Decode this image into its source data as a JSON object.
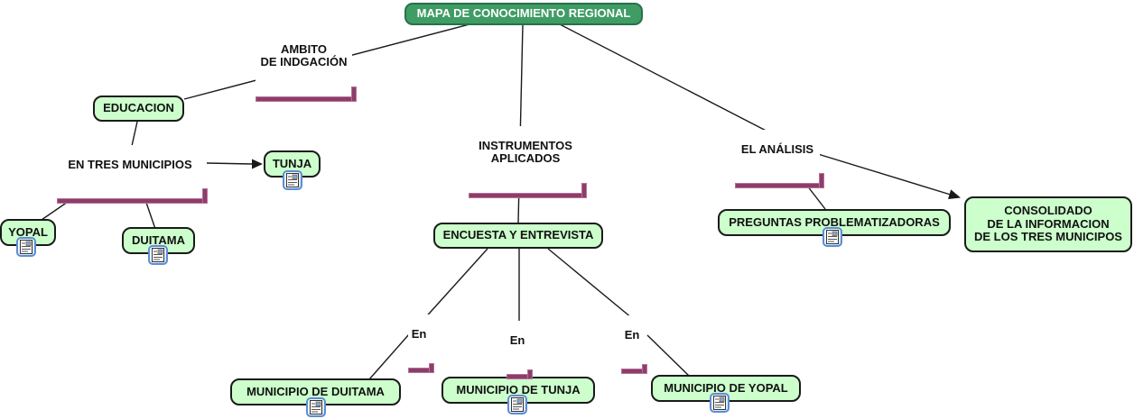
{
  "concepts": {
    "root": {
      "label": "MAPA DE CONOCIMIENTO REGIONAL"
    },
    "educacion": {
      "label": "EDUCACION"
    },
    "tunja": {
      "label": "TUNJA"
    },
    "yopal": {
      "label": "YOPAL"
    },
    "duitama": {
      "label": "DUITAMA"
    },
    "encuesta": {
      "label": "ENCUESTA Y ENTREVISTA"
    },
    "preguntas": {
      "label": "PREGUNTAS PROBLEMATIZADORAS"
    },
    "consolidado": {
      "label": "CONSOLIDADO\nDE LA INFORMACION\nDE LOS TRES MUNICIPOS"
    },
    "mun_duitama": {
      "label": "MUNICIPIO DE DUITAMA"
    },
    "mun_tunja": {
      "label": "MUNICIPIO DE TUNJA"
    },
    "mun_yopal": {
      "label": "MUNICIPIO DE YOPAL"
    }
  },
  "linking_phrases": {
    "ambito": {
      "label": "AMBITO\nDE INDGACIÓN"
    },
    "en_tres_municipios": {
      "label": "EN TRES MUNICIPIOS"
    },
    "instrumentos": {
      "label": "INSTRUMENTOS\nAPLICADOS"
    },
    "el_analisis": {
      "label": "EL ANÁLISIS"
    },
    "en_1": {
      "label": "En"
    },
    "en_2": {
      "label": "En"
    },
    "en_3": {
      "label": "En"
    }
  },
  "icons": {
    "resource_icon": "document-with-image"
  },
  "colors": {
    "root_fill": "#3f9c64",
    "root_border": "#27714a",
    "root_text": "#ffffff",
    "concept_fill": "#ccffcc",
    "concept_border": "#1a1a1a",
    "concept_text": "#111111",
    "phrase_bar": "#8e3d68",
    "phrase_bar_edge": "#b3729b",
    "edge_line": "#1a1a1a",
    "resource_icon_border": "#5b8dd6",
    "resource_icon_fill": "#e8f1fc",
    "canvas_background": "#ffffff"
  }
}
